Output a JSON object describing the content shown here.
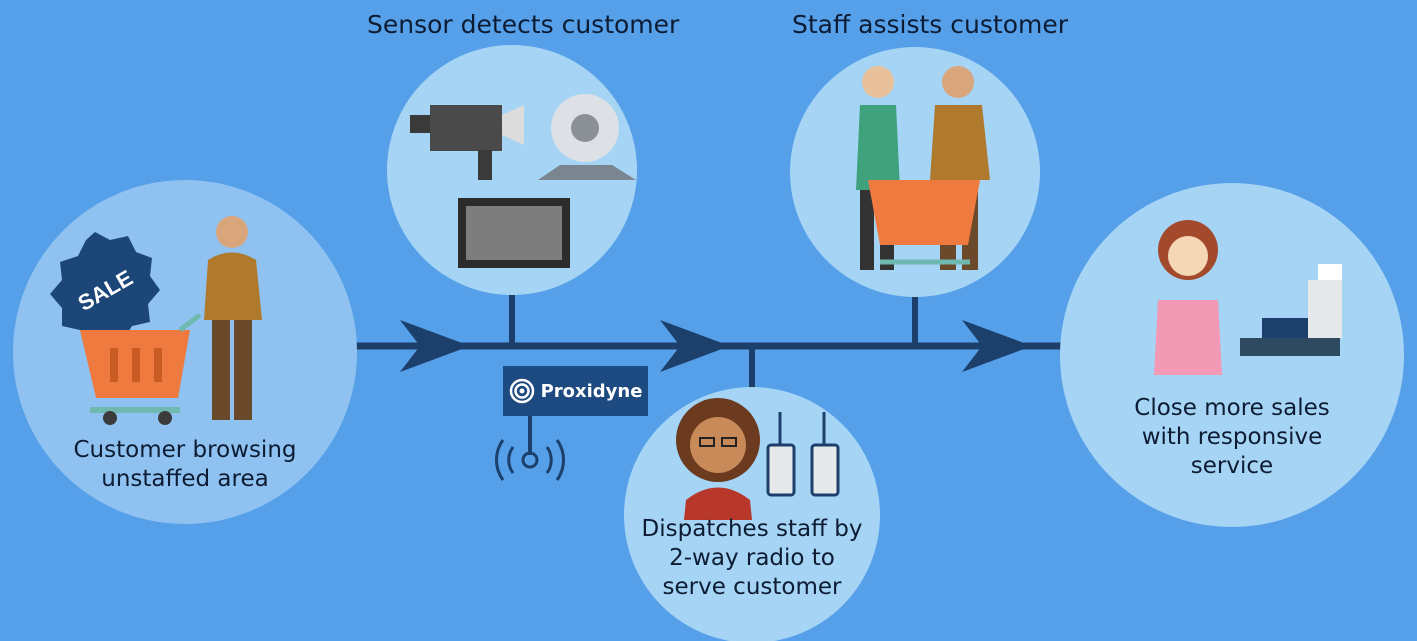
{
  "steps": {
    "sensor_title": "Sensor detects customer",
    "staff_title": "Staff assists customer",
    "browse_caption": [
      "Customer browsing",
      "unstaffed area"
    ],
    "dispatch_caption": [
      "Dispatches staff by",
      "2-way radio to",
      "serve customer"
    ],
    "close_caption": [
      "Close more sales",
      "with responsive",
      "service"
    ]
  },
  "brand": {
    "name": "Proxidyne"
  },
  "badge": {
    "text": "SALE"
  },
  "colors": {
    "background": "#56a0ea",
    "circle": "#a5d4f5",
    "circle_browse": "#8fc2f0",
    "timeline": "#1c3f6b",
    "basket": "#ef7a3f",
    "sale_badge": "#1c4578"
  },
  "icons": [
    "video-camera-icon",
    "webcam-icon",
    "chip-sensor-icon",
    "radio-wave-icon",
    "walkie-talkie-icon",
    "cash-register-icon",
    "shopping-basket-icon"
  ]
}
